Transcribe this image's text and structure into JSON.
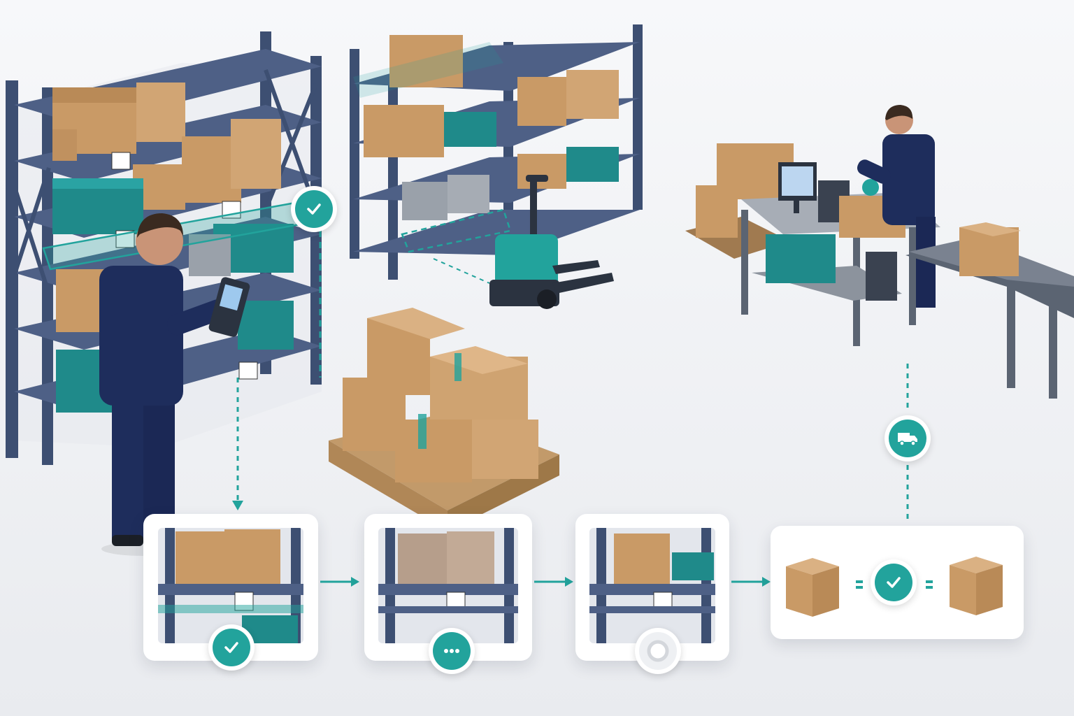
{
  "colors": {
    "accent": "#22a39c",
    "rack": "#3d4f72",
    "box": "#c99a66",
    "worker": "#1e2d5c",
    "pending": "#d4d7dc"
  },
  "steps": [
    {
      "status": "check-icon",
      "state": "done"
    },
    {
      "status": "ellipsis-icon",
      "state": "in-progress"
    },
    {
      "status": "circle-icon",
      "state": "pending"
    }
  ],
  "final_card": {
    "status": "check-icon",
    "state": "matched"
  },
  "shipping": {
    "icon": "truck-icon"
  }
}
